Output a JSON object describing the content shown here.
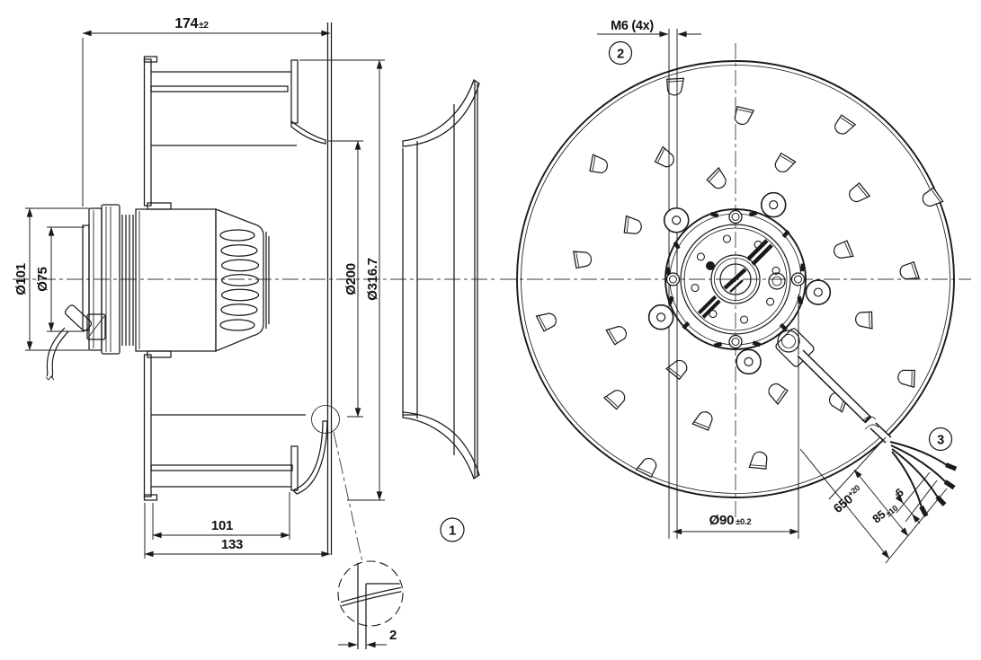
{
  "drawing": {
    "side_view": {
      "callout": "1",
      "detail_gap": "2",
      "dims": {
        "overall_depth": {
          "v": "174",
          "tol": "±2"
        },
        "flange_dia": "Ø101",
        "hub_dia": "Ø75",
        "inlet_dia": "Ø200",
        "outer_dia": "Ø316.7",
        "impeller_width": "101",
        "mount_depth": "133"
      }
    },
    "front_view": {
      "mount_callout": "2",
      "cable_callout": "3",
      "dims": {
        "mount_thread": "M6 (4x)",
        "pitch_dia": {
          "v": "Ø90",
          "tol": "±0.2"
        },
        "cable_length": {
          "v": "650",
          "tol": "+20"
        },
        "strip_length": {
          "v": "85",
          "tol": "±10"
        },
        "wire_tip": "6"
      }
    },
    "impeller": {
      "blade_marks": 24,
      "mount_bosses": 5,
      "flange_screws": 4
    }
  },
  "colors": {
    "line": "#1a1a1a",
    "centerline": "#3a3a3a",
    "background": "#ffffff"
  }
}
